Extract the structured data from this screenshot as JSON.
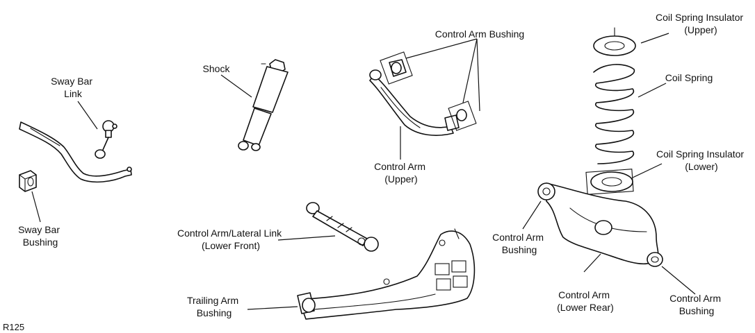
{
  "diagram": {
    "reference_code": "R125",
    "labels": {
      "sway_bar_link": [
        "Sway Bar",
        "Link"
      ],
      "sway_bar_bushing": [
        "Sway Bar",
        "Bushing"
      ],
      "shock": [
        "Shock"
      ],
      "control_arm_bushing_upper": [
        "Control Arm Bushing"
      ],
      "control_arm_upper": [
        "Control Arm",
        "(Upper)"
      ],
      "control_arm_lateral_link": [
        "Control Arm/Lateral Link",
        "(Lower Front)"
      ],
      "trailing_arm_bushing": [
        "Trailing Arm",
        "Bushing"
      ],
      "coil_spring_insulator_upper": [
        "Coil Spring Insulator",
        "(Upper)"
      ],
      "coil_spring": [
        "Coil Spring"
      ],
      "coil_spring_insulator_lower": [
        "Coil Spring Insulator",
        "(Lower)"
      ],
      "control_arm_bushing_left": [
        "Control Arm",
        "Bushing"
      ],
      "control_arm_lower_rear": [
        "Control Arm",
        "(Lower Rear)"
      ],
      "control_arm_bushing_right": [
        "Control Arm",
        "Bushing"
      ]
    }
  }
}
